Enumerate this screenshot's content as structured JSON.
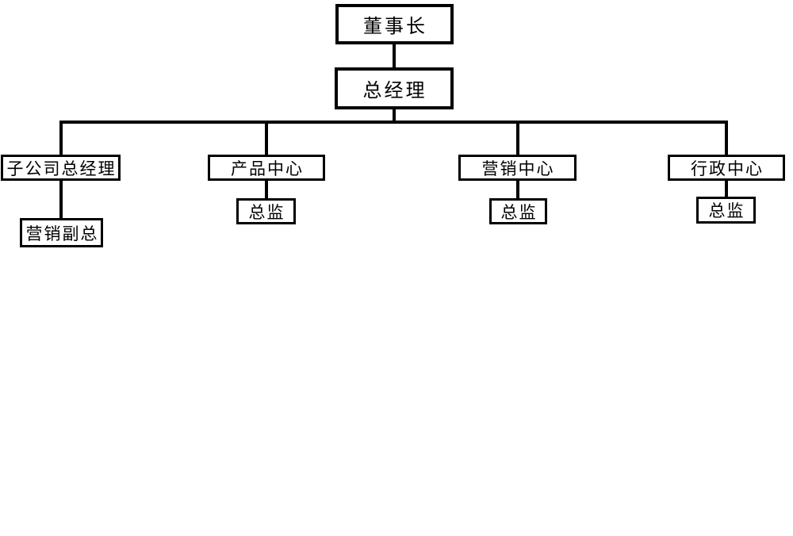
{
  "diagram": {
    "type": "org-chart",
    "background_color": "#ffffff",
    "line_color": "#000000",
    "text_color": "#000000",
    "nodes": {
      "chairman": {
        "label": "董事长",
        "level": 1
      },
      "general_manager": {
        "label": "总经理",
        "level": 2,
        "reports_to": "chairman"
      },
      "subsidiary_gm": {
        "label": "子公司总经理",
        "level": 3,
        "reports_to": "general_manager"
      },
      "product_center": {
        "label": "产品中心",
        "level": 3,
        "reports_to": "general_manager"
      },
      "marketing_center": {
        "label": "营销中心",
        "level": 3,
        "reports_to": "general_manager"
      },
      "admin_center": {
        "label": "行政中心",
        "level": 3,
        "reports_to": "general_manager"
      },
      "marketing_vp": {
        "label": "营销副总",
        "level": 4,
        "reports_to": "subsidiary_gm"
      },
      "product_director": {
        "label": "总监",
        "level": 4,
        "reports_to": "product_center"
      },
      "marketing_director": {
        "label": "总监",
        "level": 4,
        "reports_to": "marketing_center"
      },
      "admin_director": {
        "label": "总监",
        "level": 4,
        "reports_to": "admin_center"
      }
    }
  }
}
